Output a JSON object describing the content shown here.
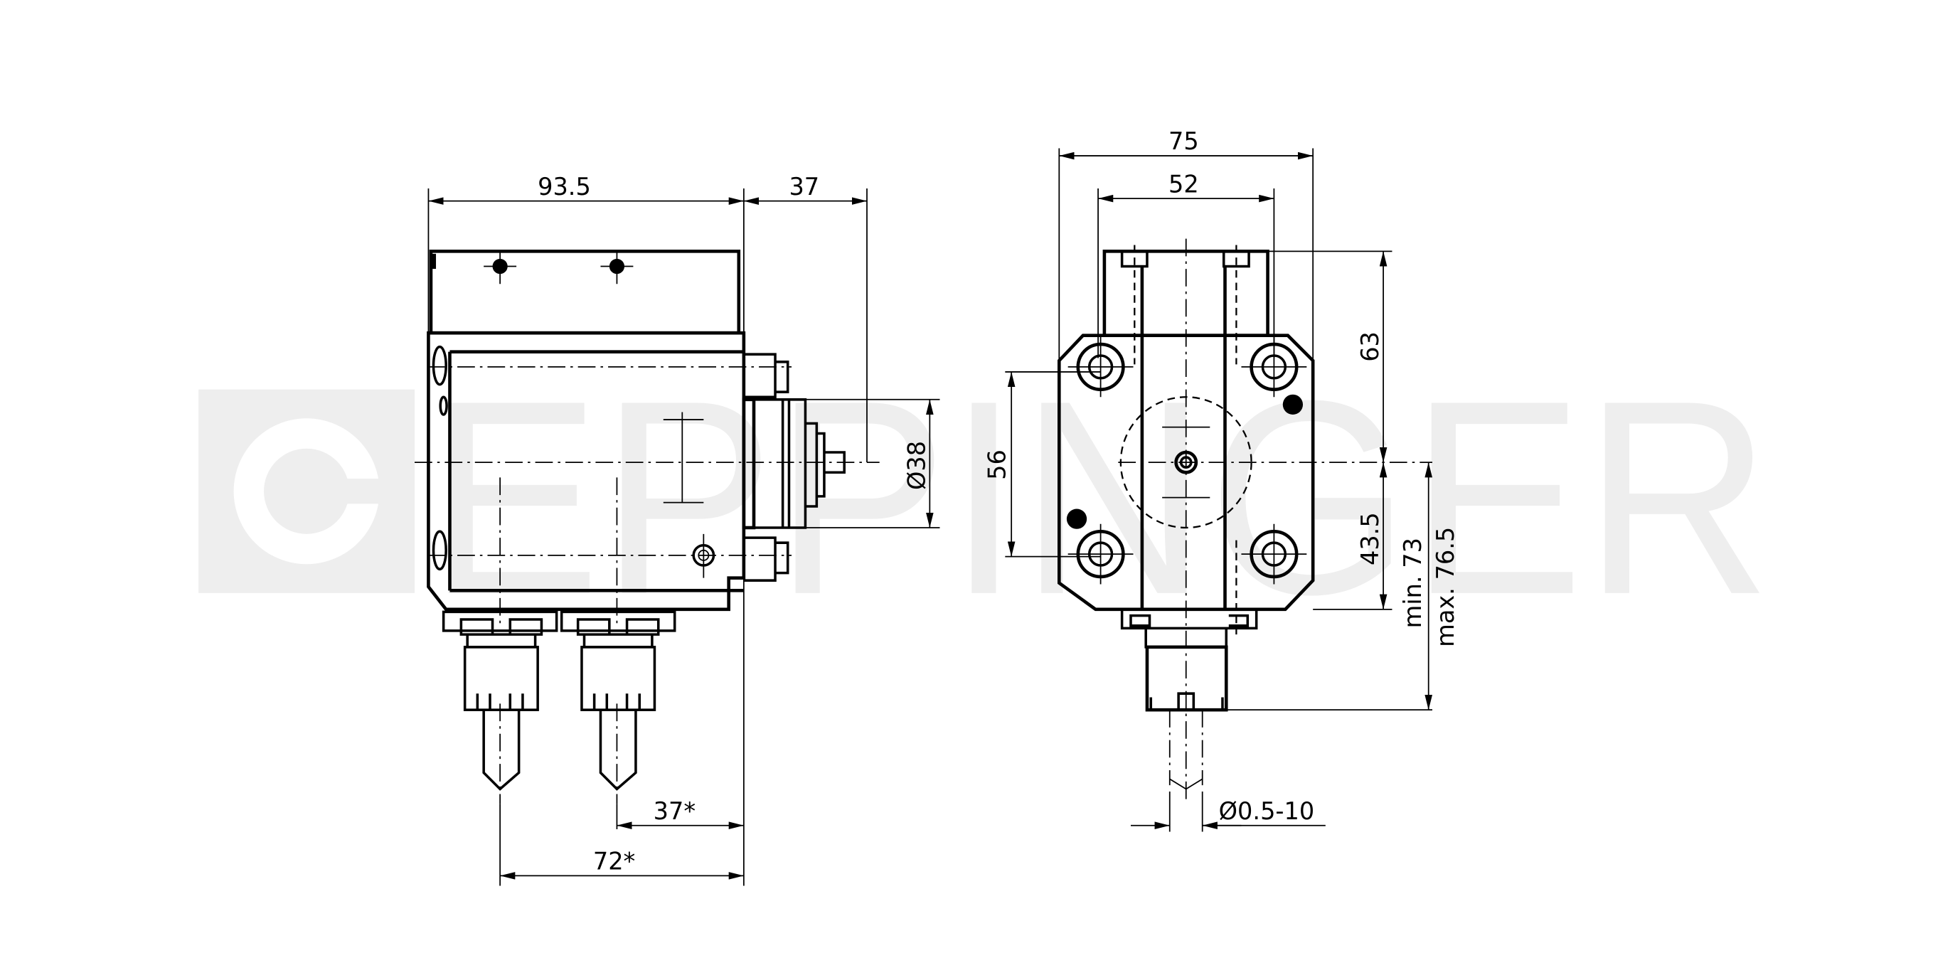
{
  "watermark": {
    "brand": "EPPINGER"
  },
  "side_view": {
    "dim_width": "93.5",
    "dim_spindle": "37",
    "dim_diameter": "Ø38",
    "dim_tool_offset_1": "37*",
    "dim_tool_offset_2": "72*"
  },
  "front_view": {
    "dim_outer_width": "75",
    "dim_inner_width": "52",
    "dim_height_top": "63",
    "dim_bolt_spacing": "56",
    "dim_height_bottom": "43.5",
    "dim_min": "min. 73",
    "dim_max": "max. 76.5",
    "dim_collet_range": "Ø0.5-10"
  },
  "colors": {
    "line": "#000000",
    "watermark": "#eeeeee"
  }
}
